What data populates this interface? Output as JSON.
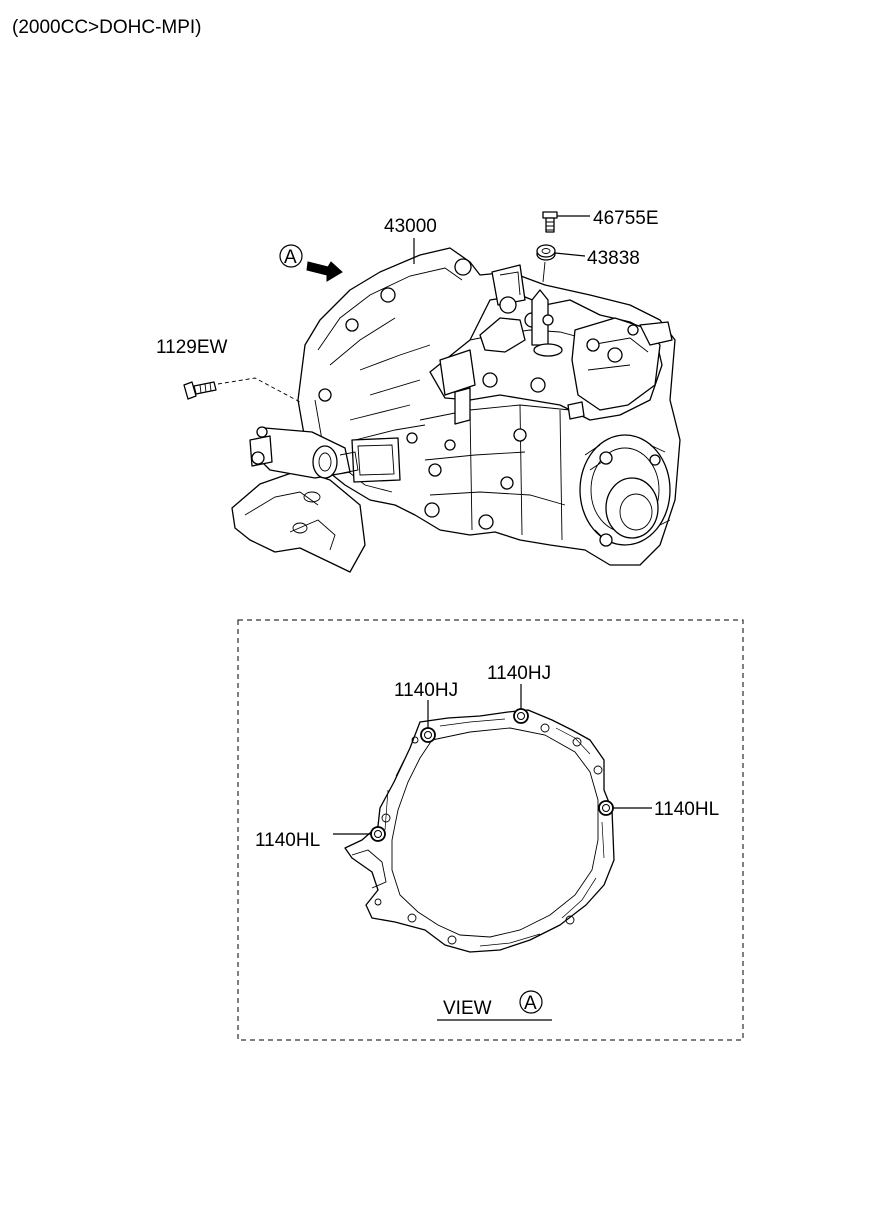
{
  "header": {
    "spec": "(2000CC>DOHC-MPI)"
  },
  "parts": {
    "transaxle": "43000",
    "bolt_top": "46755E",
    "washer": "43838",
    "bolt_left": "1129EW",
    "view_marker": "A"
  },
  "view_a": {
    "pin_top_left": "1140HJ",
    "pin_top_right": "1140HJ",
    "pin_right": "1140HL",
    "pin_left": "1140HL",
    "caption_word": "VIEW",
    "caption_marker": "A"
  }
}
